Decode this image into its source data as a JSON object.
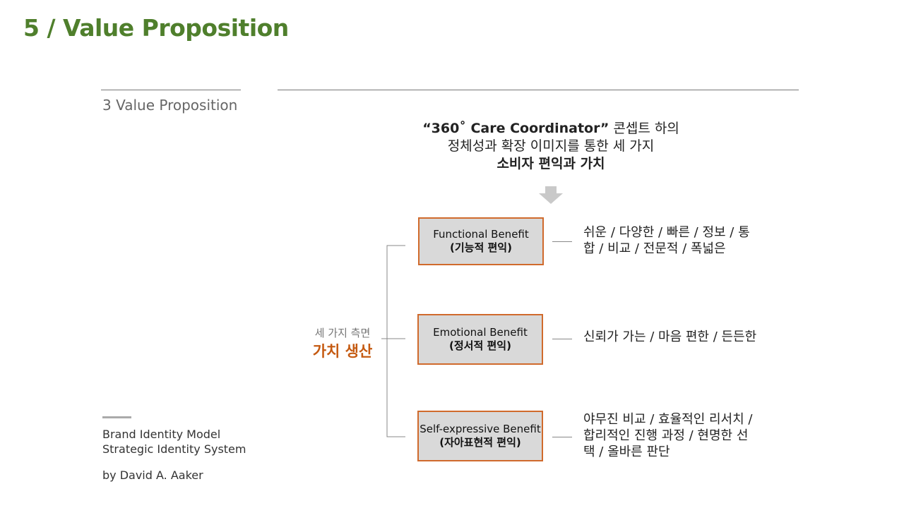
{
  "title": "5 / Value Proposition",
  "section": "3 Value Proposition",
  "intro": {
    "line1_quote": "“360˚ Care Coordinator”",
    "line1_rest": " 콘셉트 하의",
    "line2": "정체성과 확장 이미지를 통한 세 가지",
    "line3": "소비자 편익과 가치"
  },
  "center_label": {
    "top": "세 가지 측면",
    "main": "가치 생산"
  },
  "benefits": [
    {
      "title": "Functional Benefit",
      "sub": "(기능적 편익)",
      "desc_lines": [
        "쉬운 / 다양한 / 빠른 / 정보 / 통",
        "합 / 비교 / 전문적 / 폭넓은"
      ]
    },
    {
      "title": "Emotional Benefit",
      "sub": "(정서적 편익)",
      "desc_lines": [
        "신뢰가 가는 / 마음 편한 / 든든한"
      ]
    },
    {
      "title": "Self-expressive Benefit",
      "sub": "(자아표현적 편익)",
      "desc_lines": [
        "야무진 비교 / 효율적인 리서치 /",
        "합리적인 진행 과정 / 현명한 선",
        "택 / 올바른 판단"
      ]
    }
  ],
  "footer": {
    "line1": "Brand Identity Model",
    "line2": "Strategic Identity System",
    "line3": "by David A. Aaker"
  },
  "colors": {
    "title": "#4f7f2c",
    "accent": "#c55a11",
    "box_border": "#d06a2c",
    "box_fill": "#d9d9d9"
  }
}
